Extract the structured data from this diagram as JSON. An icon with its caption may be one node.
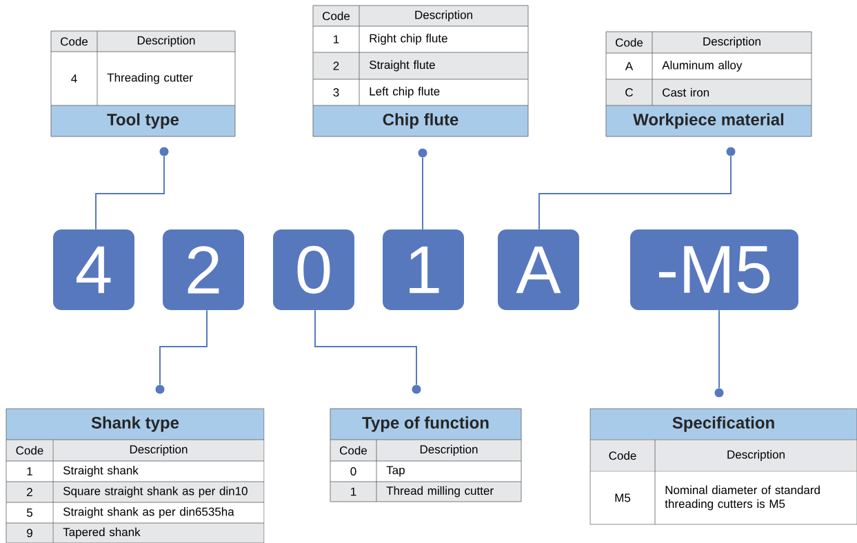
{
  "diagram": {
    "nodes": [
      {
        "text": [
          "Code",
          "Description",
          "4",
          "Threading cutter",
          "Tool type"
        ]
      },
      {
        "text": [
          "Code",
          "Description",
          "1",
          "Right chip flute",
          "2",
          "Straight flute",
          "3",
          "Left chip flute",
          "Chip flute"
        ]
      },
      {
        "text": [
          "Code",
          "Description",
          "A",
          "Aluminum alloy",
          "C",
          "Cast iron",
          "Workpiece material"
        ]
      },
      {
        "text": [
          "4"
        ]
      },
      {
        "text": [
          "2"
        ]
      },
      {
        "text": [
          "0"
        ]
      },
      {
        "text": [
          "1"
        ]
      },
      {
        "text": [
          "A"
        ]
      },
      {
        "text": [
          "-M5"
        ]
      },
      {
        "text": [
          "Shank type",
          "Code",
          "Description",
          "1",
          "Straight shank",
          "2",
          "Square straight shank as per din10",
          "5",
          "Straight shank as per din6535ha",
          "9",
          "Tapered shank"
        ]
      },
      {
        "text": [
          "Type of function",
          "Code",
          "Description",
          "0",
          "Tap",
          "1",
          "Thread milling cutter"
        ]
      },
      {
        "text": [
          "Specification",
          "Code",
          "Description",
          "M5",
          "Nominal diameter of standard threading cutters is M5"
        ]
      },
      {
        "text": [],
        "shape": "circle"
      },
      {
        "text": [],
        "shape": "circle"
      },
      {
        "text": [],
        "shape": "circle"
      },
      {
        "text": [],
        "shape": "circle"
      },
      {
        "text": [],
        "shape": "circle"
      },
      {
        "text": [],
        "shape": "circle"
      }
    ],
    "edges": [
      {
        "from": 3,
        "to": 13,
        "arrow": "none"
      },
      {
        "from": 4,
        "to": 12,
        "arrow": "none"
      },
      {
        "from": 5,
        "to": 14,
        "arrow": "none"
      },
      {
        "from": 6,
        "to": 15,
        "arrow": "none"
      },
      {
        "from": 7,
        "to": 17,
        "arrow": "none"
      },
      {
        "from": 8,
        "to": 16,
        "arrow": "none"
      }
    ]
  }
}
